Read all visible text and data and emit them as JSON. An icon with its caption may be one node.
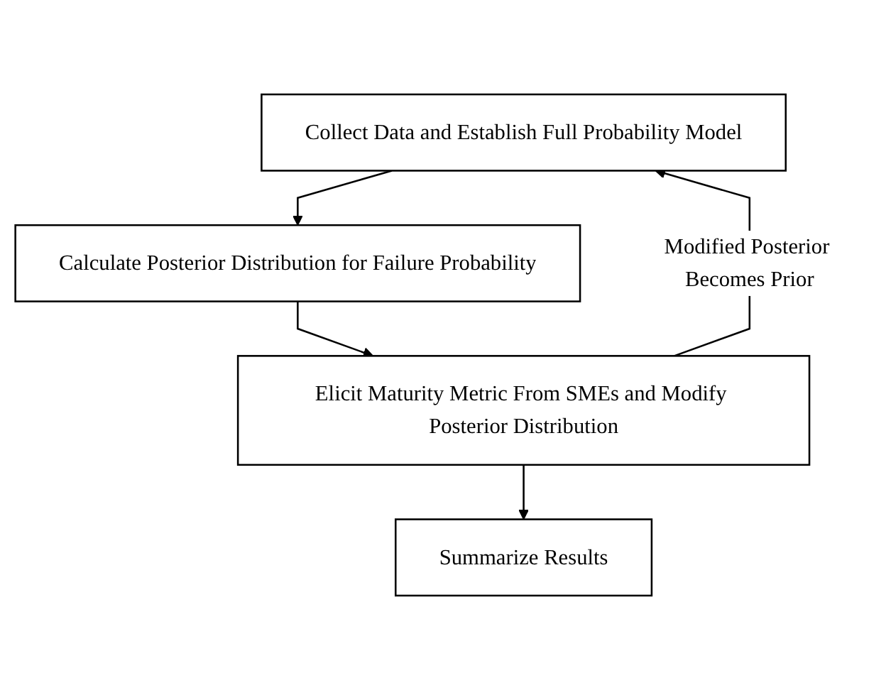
{
  "diagram": {
    "nodes": [
      {
        "text": [
          "Collect Data and Establish Full Probability Model"
        ]
      },
      {
        "text": [
          "Calculate Posterior Distribution for Failure Probability"
        ]
      },
      {
        "text": [
          "Elicit Maturity Metric From SMEs and Modify Posterior Distribution"
        ]
      },
      {
        "text": [
          "Summarize Results"
        ]
      }
    ],
    "edges": [
      {
        "from": 0,
        "to": 1,
        "arrow": "to"
      },
      {
        "from": 1,
        "to": 2,
        "arrow": "to"
      },
      {
        "from": 2,
        "to": 3,
        "arrow": "to"
      },
      {
        "from": 2,
        "to": 0,
        "arrow": "to",
        "label": "Modified Posterior Becomes Prior"
      }
    ]
  }
}
